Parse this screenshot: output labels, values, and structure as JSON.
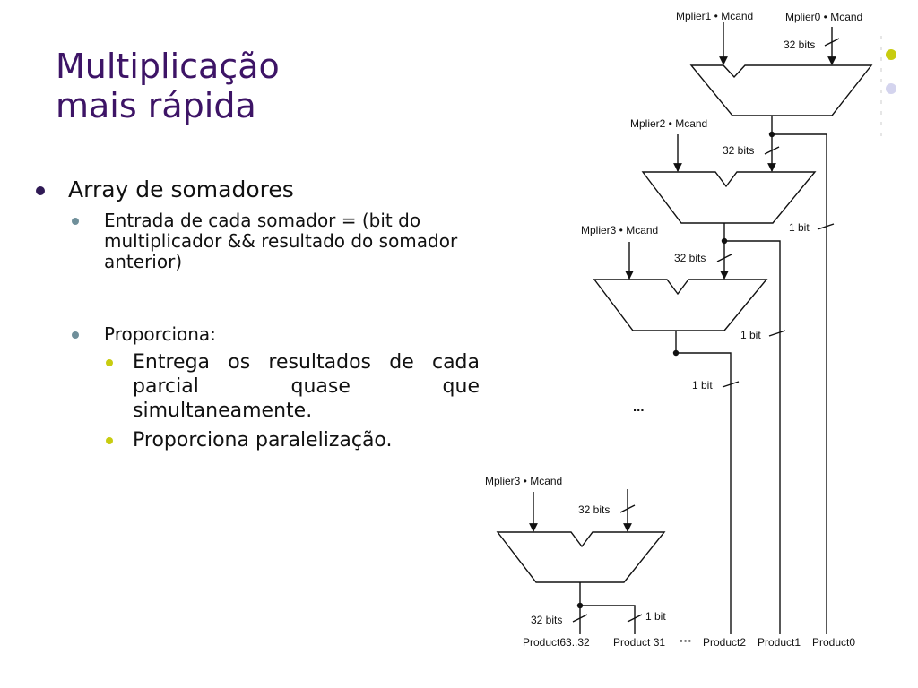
{
  "slide": {
    "title_line1": "Multiplicação",
    "title_line2": "mais rápida"
  },
  "bullets": {
    "l1": "Array de somadores",
    "l2a": "Entrada de cada somador = (bit do multiplicador && resultado do somador anterior)",
    "l2b": "Proporciona:",
    "l3a": "Entrega os resultados de cada parcial quase que simultaneamente.",
    "l3b": "Proporciona paralelização."
  },
  "diagram": {
    "in_mplier1": "Mplier1 • Mcand",
    "in_mplier0": "Mplier0 • Mcand",
    "in_mplier2": "Mplier2 • Mcand",
    "in_mplier3a": "Mplier3 • Mcand",
    "in_mplier3b": "Mplier3 • Mcand",
    "bits32": "32 bits",
    "bit1": "1 bit",
    "ellipsis": "...",
    "ellipsis_out": "···",
    "out_product63_32": "Product63..32",
    "out_product31": "Product 31",
    "out_product2": "Product2",
    "out_product1": "Product1",
    "out_product0": "Product0"
  },
  "colors": {
    "title": "#3d1466",
    "bullet1": "#2f1a55",
    "bullet2": "#6f8f9a",
    "bullet3": "#c8cc10",
    "deco_dot_lavender": "#d4d4ee"
  }
}
